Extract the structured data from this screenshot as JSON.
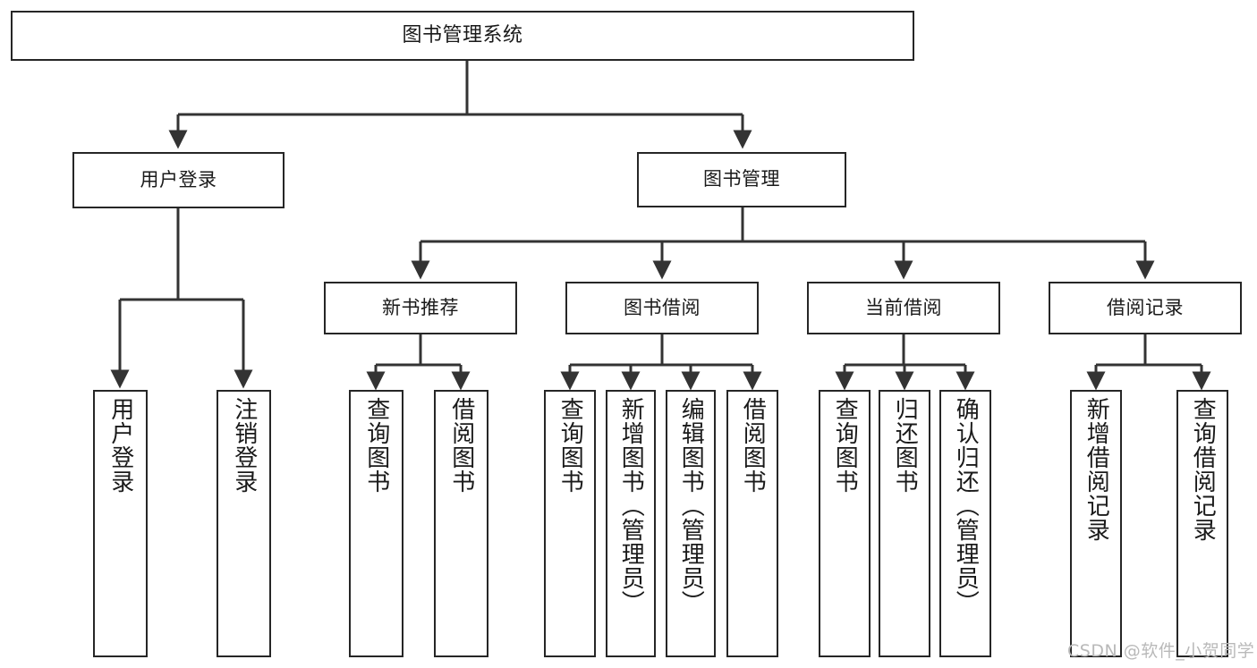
{
  "diagram": {
    "title": "图书管理系统",
    "type": "tree-hierarchy-chart",
    "watermark": "CSDN @软件_小贺同学",
    "colors": {
      "border": "#262626",
      "background": "#ffffff",
      "text": "#1a1a1a",
      "edge": "#333333",
      "watermark": "#b9b9b9"
    },
    "root": {
      "label": "图书管理系统"
    },
    "level2": [
      {
        "label": "用户登录"
      },
      {
        "label": "图书管理"
      }
    ],
    "level3": [
      {
        "label": "新书推荐"
      },
      {
        "label": "图书借阅"
      },
      {
        "label": "当前借阅"
      },
      {
        "label": "借阅记录"
      }
    ],
    "leaves": {
      "user_login": [
        {
          "label": "用户登录"
        },
        {
          "label": "注销登录"
        }
      ],
      "new_book_recommend": [
        {
          "label": "查询图书"
        },
        {
          "label": "借阅图书"
        }
      ],
      "book_borrow": [
        {
          "label": "查询图书"
        },
        {
          "label": "新增图书（管理员）"
        },
        {
          "label": "编辑图书（管理员）"
        },
        {
          "label": "借阅图书"
        }
      ],
      "current_borrow": [
        {
          "label": "查询图书"
        },
        {
          "label": "归还图书"
        },
        {
          "label": "确认归还（管理员）"
        }
      ],
      "borrow_record": [
        {
          "label": "新增借阅记录"
        },
        {
          "label": "查询借阅记录"
        }
      ]
    }
  }
}
